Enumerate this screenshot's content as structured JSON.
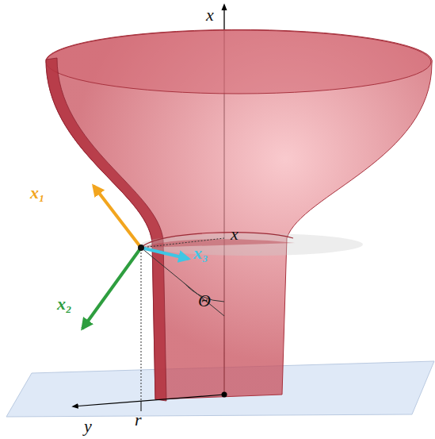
{
  "diagram": {
    "labels": [
      "x",
      "x₁",
      "x",
      "x₃",
      "Θ",
      "x₂",
      "y",
      "r"
    ]
  }
}
